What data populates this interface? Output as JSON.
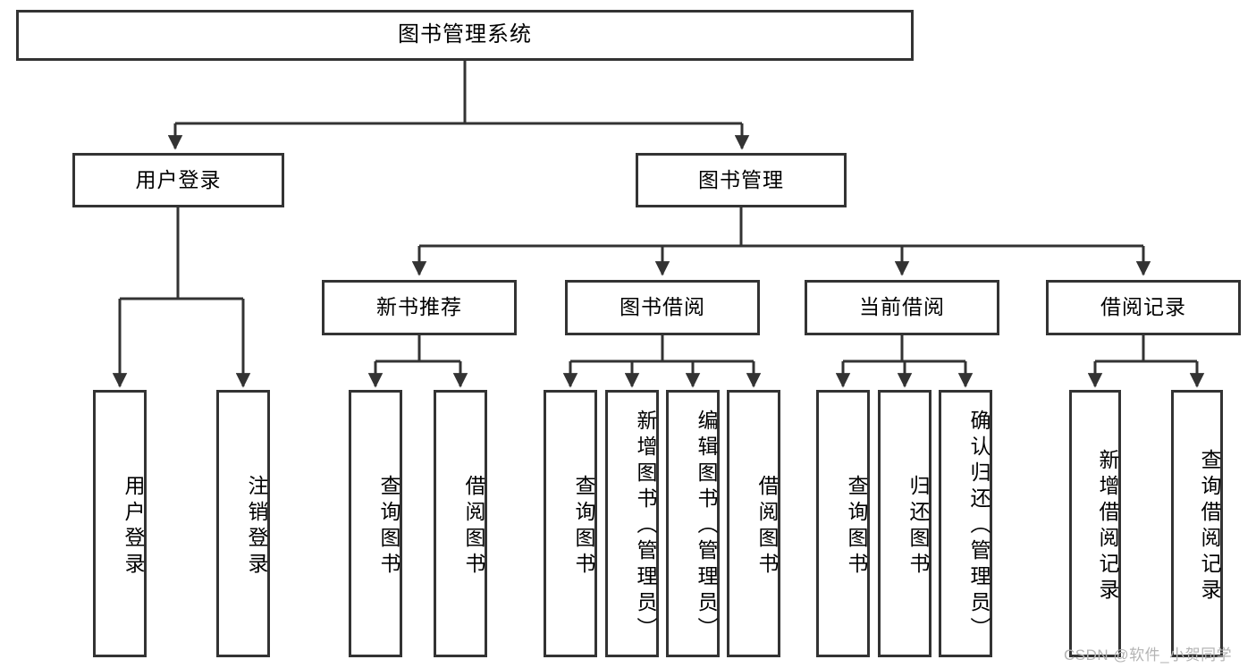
{
  "diagram": {
    "type": "tree-hierarchy-chart",
    "title": "图书管理系统",
    "root": {
      "label": "图书管理系统"
    },
    "level2": [
      {
        "label": "用户登录"
      },
      {
        "label": "图书管理"
      }
    ],
    "level3": [
      {
        "label": "新书推荐"
      },
      {
        "label": "图书借阅"
      },
      {
        "label": "当前借阅"
      },
      {
        "label": "借阅记录"
      }
    ],
    "leaves": {
      "user_login": [
        {
          "label": "用户登录"
        },
        {
          "label": "注销登录"
        }
      ],
      "new_book_recommend": [
        {
          "label": "查询图书"
        },
        {
          "label": "借阅图书"
        }
      ],
      "book_borrow": [
        {
          "label": "查询图书"
        },
        {
          "label": "新增图书（管理员）"
        },
        {
          "label": "编辑图书（管理员）"
        },
        {
          "label": "借阅图书"
        }
      ],
      "current_borrow": [
        {
          "label": "查询图书"
        },
        {
          "label": "归还图书"
        },
        {
          "label": "确认归还（管理员）"
        }
      ],
      "borrow_record": [
        {
          "label": "新增借阅记录"
        },
        {
          "label": "查询借阅记录"
        }
      ]
    }
  },
  "watermark": {
    "text": "CSDN @软件_小贺同学"
  },
  "colors": {
    "stroke": "#333333",
    "background": "#ffffff",
    "text": "#000000",
    "watermark": "#b4b4b4"
  }
}
